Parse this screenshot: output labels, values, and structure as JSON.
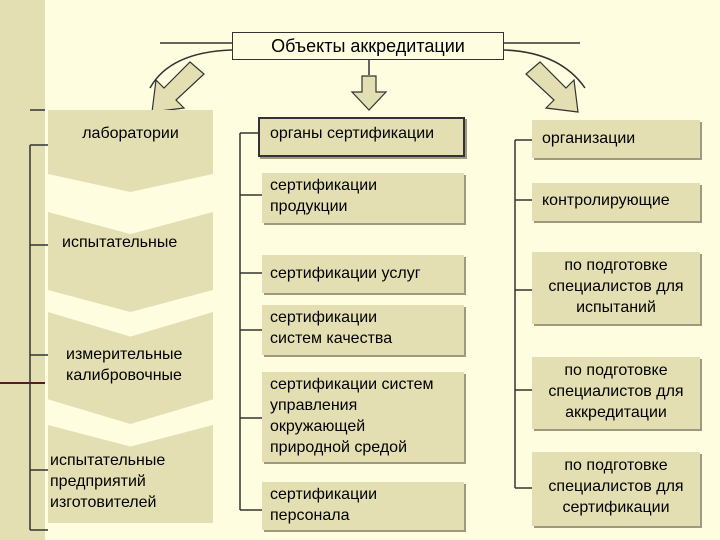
{
  "title": "Объекты аккредитации",
  "left_column": [
    {
      "id": "labs",
      "label": "лаборатории"
    },
    {
      "id": "testing",
      "label": "испытательные"
    },
    {
      "id": "measuring",
      "lines": [
        "измерительные",
        "калибровочные"
      ]
    },
    {
      "id": "enterprise",
      "lines": [
        "испытательные",
        "предприятий",
        "изготовителей"
      ]
    }
  ],
  "middle_column": {
    "header": "органы сертификации",
    "items": [
      {
        "lines": [
          "сертификации",
          "продукции"
        ]
      },
      {
        "lines": [
          "сертификации услуг"
        ]
      },
      {
        "lines": [
          "сертификации",
          "систем качества"
        ]
      },
      {
        "lines": [
          "сертификации систем",
          "управления",
          "окружающей",
          "природной средой"
        ]
      },
      {
        "lines": [
          "сертификации",
          "персонала"
        ]
      }
    ]
  },
  "right_column": {
    "header": "организации",
    "items": [
      {
        "lines": [
          "контролирующие"
        ]
      },
      {
        "lines": [
          "по подготовке",
          "специалистов для",
          "испытаний"
        ]
      },
      {
        "lines": [
          "по подготовке",
          "специалистов для",
          "аккредитации"
        ]
      },
      {
        "lines": [
          "по подготовке",
          "специалистов для",
          "сертификации"
        ]
      }
    ]
  }
}
